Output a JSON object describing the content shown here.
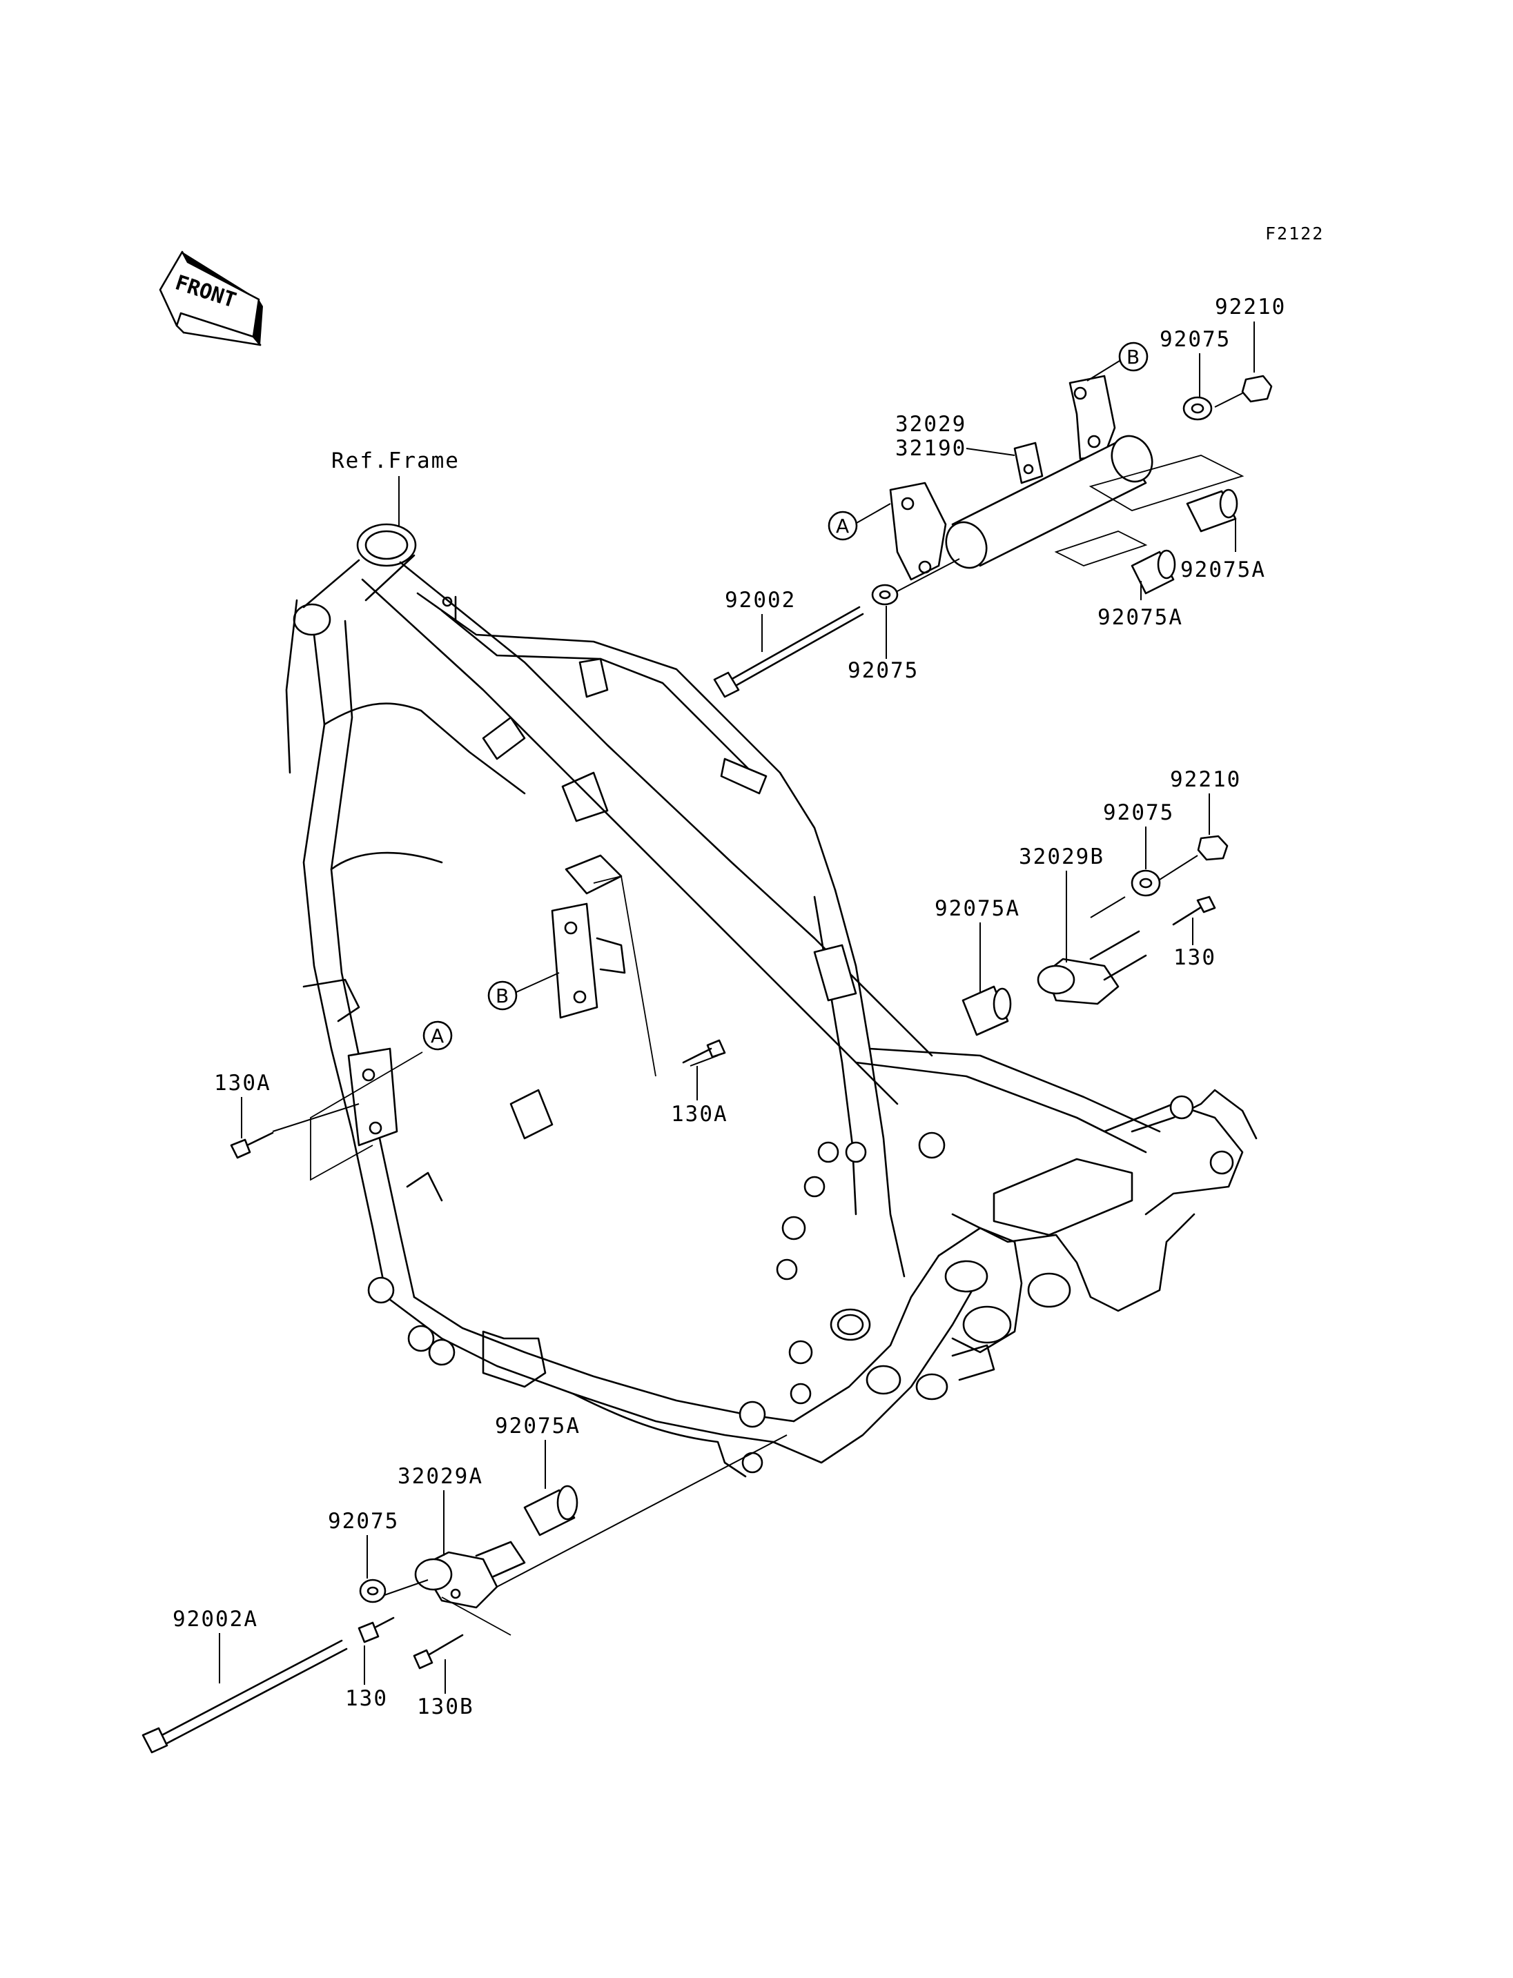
{
  "diagram_code": "F2122",
  "front_label": "FRONT",
  "ref_frame_label": "Ref.Frame",
  "callouts": {
    "a_upper": "A",
    "b_upper": "B",
    "a_frame": "A",
    "b_frame": "B"
  },
  "parts": {
    "p92210_top": "92210",
    "p92075_top": "92075",
    "p32029": "32029",
    "p32190": "32190",
    "p92075A_right": "92075A",
    "p92075A_mid": "92075A",
    "p92002": "92002",
    "p92075_upper": "92075",
    "p92210_mid": "92210",
    "p92075_mid": "92075",
    "p32029B": "32029B",
    "p92075A_left": "92075A",
    "p130_right": "130",
    "p130A_left": "130A",
    "p130A_center": "130A",
    "p92075A_bottom": "92075A",
    "p32029A": "32029A",
    "p92075_bottom": "92075",
    "p92002A": "92002A",
    "p130_bottom": "130",
    "p130B": "130B"
  }
}
